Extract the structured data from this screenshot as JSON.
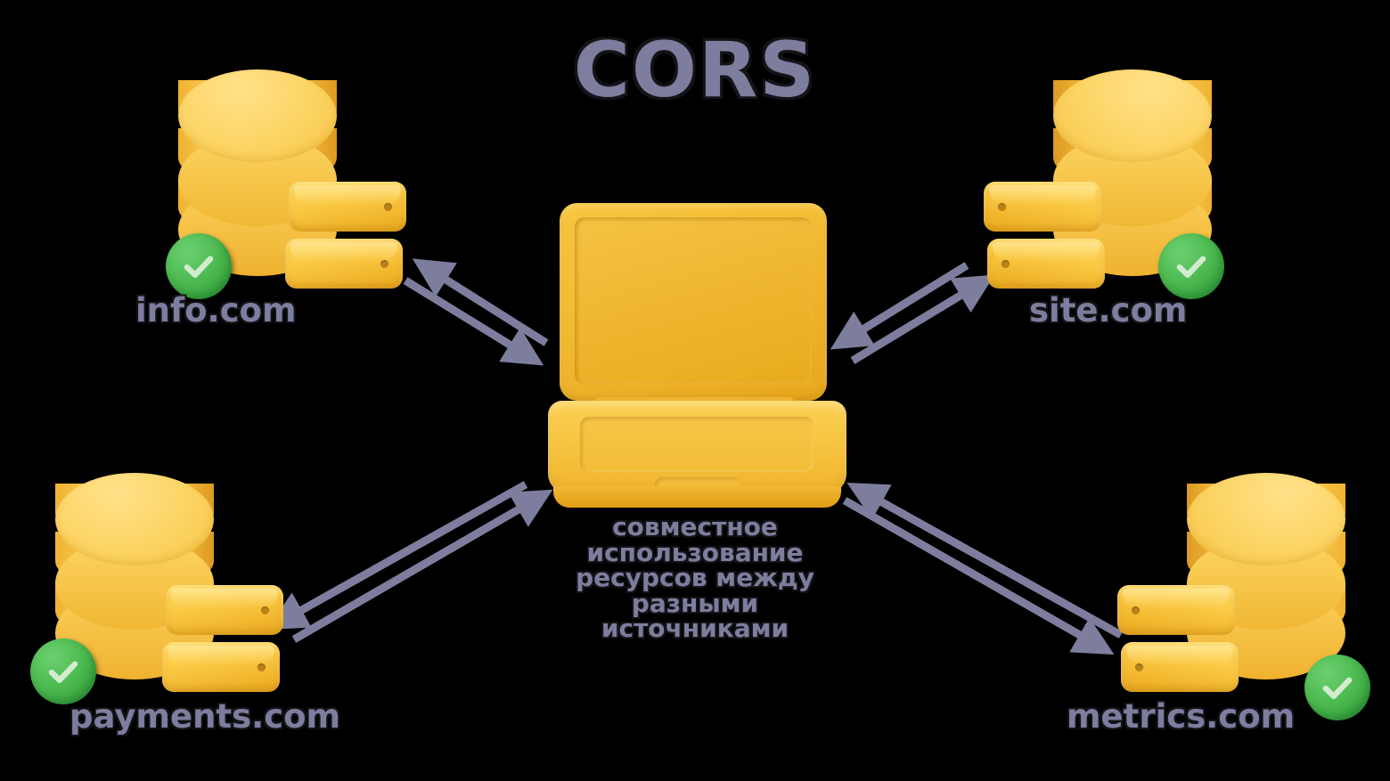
{
  "diagram": {
    "title": "CORS",
    "title_color": "#7d7e9e",
    "background_color": "#000000",
    "arrow_color": "#7d7e9e",
    "accent_yellow": "#f8c744",
    "check_green": "#4cb950",
    "center": {
      "icon": "laptop-icon",
      "caption_lines": [
        "совместное",
        "использование",
        "ресурсов между",
        "разными",
        "источниками"
      ],
      "caption_full": "совместное использование ресурсов между разными источниками"
    },
    "nodes": [
      {
        "id": "info",
        "label": "info.com",
        "icon": "database-server-icon",
        "status": "allowed",
        "status_icon": "green-check-icon",
        "position": "top-left"
      },
      {
        "id": "site",
        "label": "site.com",
        "icon": "database-server-icon",
        "status": "allowed",
        "status_icon": "green-check-icon",
        "position": "top-right"
      },
      {
        "id": "payments",
        "label": "payments.com",
        "icon": "database-server-icon",
        "status": "allowed",
        "status_icon": "green-check-icon",
        "position": "bottom-left"
      },
      {
        "id": "metrics",
        "label": "metrics.com",
        "icon": "database-server-icon",
        "status": "allowed",
        "status_icon": "green-check-icon",
        "position": "bottom-right"
      }
    ],
    "connections": [
      {
        "from": "laptop",
        "to": "info",
        "direction": "bidirectional"
      },
      {
        "from": "laptop",
        "to": "site",
        "direction": "bidirectional"
      },
      {
        "from": "laptop",
        "to": "payments",
        "direction": "bidirectional"
      },
      {
        "from": "laptop",
        "to": "metrics",
        "direction": "bidirectional"
      }
    ]
  }
}
